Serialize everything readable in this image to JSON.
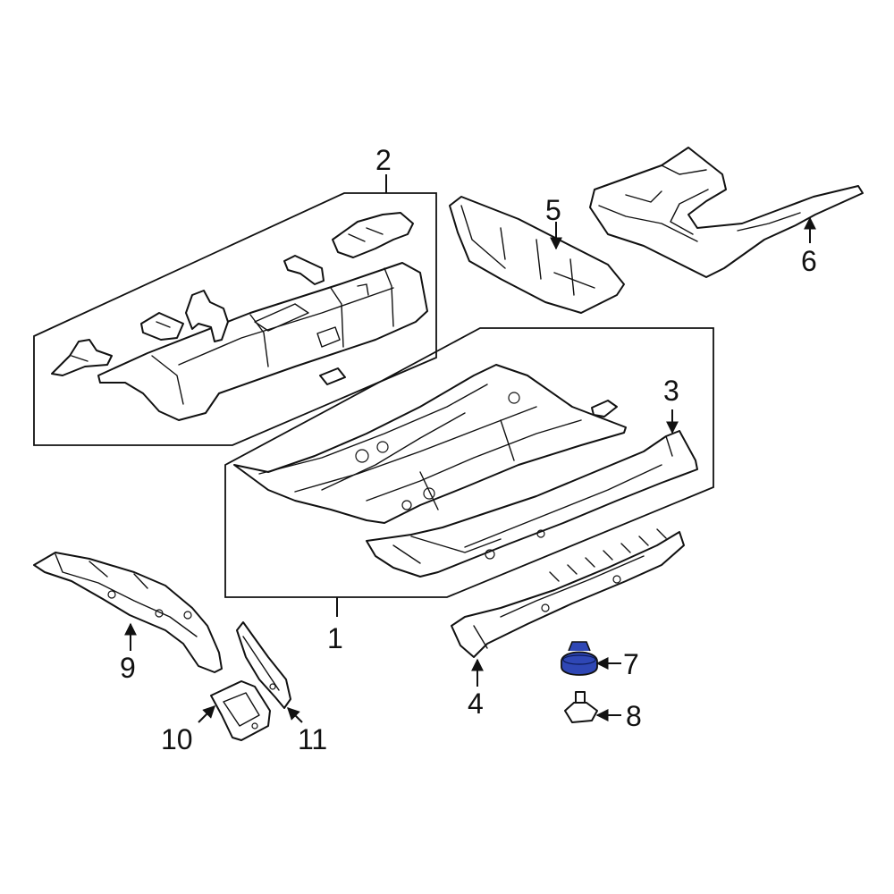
{
  "callouts": {
    "c1": "1",
    "c2": "2",
    "c3": "3",
    "c4": "4",
    "c5": "5",
    "c6": "6",
    "c7": "7",
    "c8": "8",
    "c9": "9",
    "c10": "10",
    "c11": "11"
  },
  "colors": {
    "highlight_part": "#2f47b5",
    "line": "#111111",
    "background": "#ffffff"
  }
}
